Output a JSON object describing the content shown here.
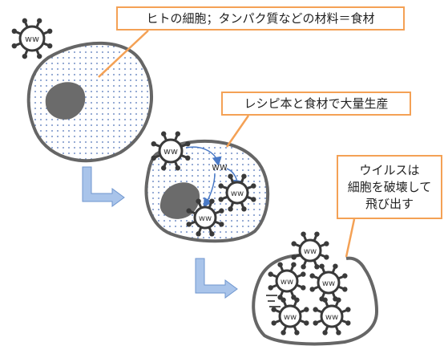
{
  "callouts": {
    "human_cell": "ヒトの細胞；タンパク質などの材料＝食材",
    "recipe_book": "レシピ本と食材で大量生産",
    "virus_burst": [
      "ウイルスは",
      "細胞を破壊して",
      "飛び出す"
    ]
  },
  "virus_label": "ww",
  "colors": {
    "callout_border": "#f4a155",
    "cell_outline": "#666666",
    "nucleus": "#6b6b6b",
    "dots": "#4a6fb5",
    "flow_arrow": "#a9c4ea",
    "inner_arrow": "#4a7ac7",
    "virus": "#3a3a3a"
  },
  "icons": [
    "virus-icon",
    "down-right-arrow-icon"
  ]
}
